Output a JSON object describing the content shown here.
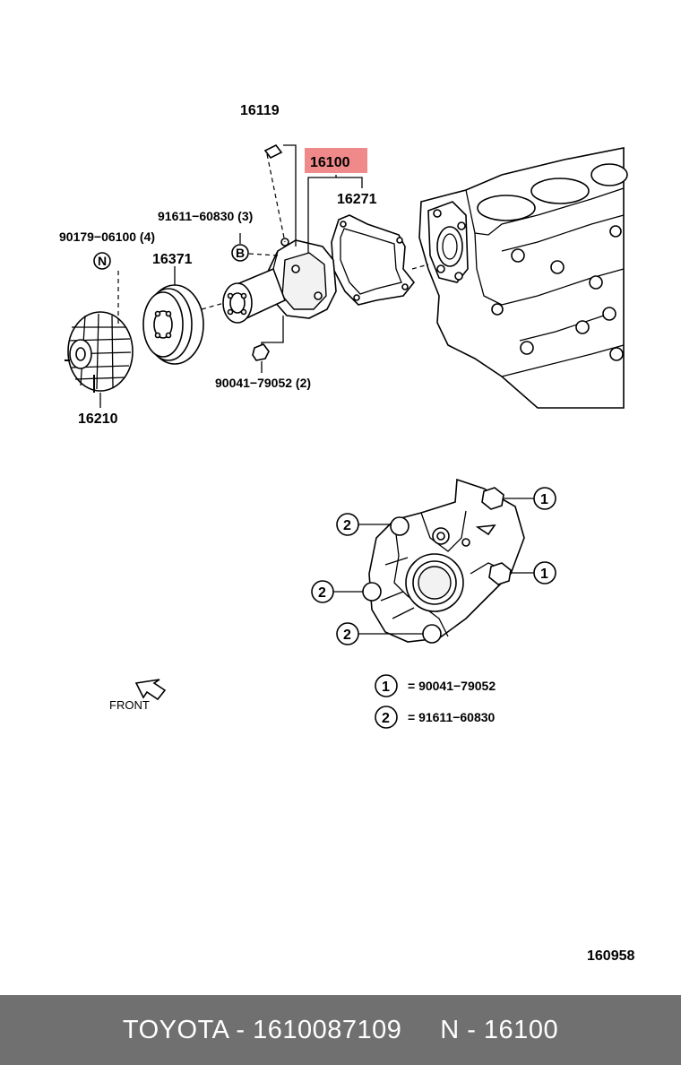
{
  "diagram": {
    "labels": {
      "p16119": "16119",
      "p16100": "16100",
      "p16271": "16271",
      "p91611": "91611−60830 (3)",
      "p90179": "90179−06100 (4)",
      "p16371": "16371",
      "p90041": "90041−79052 (2)",
      "p16210": "16210",
      "badge_b": "B",
      "badge_n": "N"
    },
    "highlight_color": "#f08a8a",
    "detail": {
      "callout_1": "1",
      "callout_2": "2"
    },
    "front_label": "FRONT",
    "legend": [
      {
        "marker": "1",
        "text": "= 90041−79052"
      },
      {
        "marker": "2",
        "text": "= 91611−60830"
      }
    ],
    "figure_number": "160958"
  },
  "footer": {
    "text": "TOYOTA - 1610087109     N - 16100",
    "bg_color": "#707070"
  }
}
